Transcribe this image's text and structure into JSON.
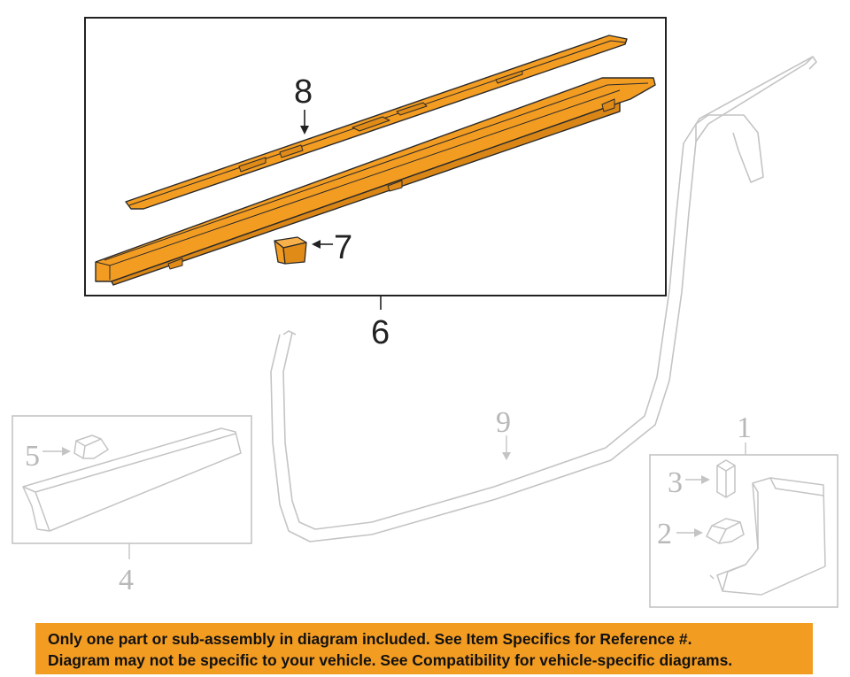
{
  "callouts": {
    "c1": "1",
    "c2": "2",
    "c3": "3",
    "c4": "4",
    "c5": "5",
    "c6": "6",
    "c7": "7",
    "c8": "8",
    "c9": "9"
  },
  "notice": {
    "line1": "Only one part or sub-assembly in diagram included. See Item Specifics for Reference #.",
    "line2": "Diagram may not be specific to your vehicle. See Compatibility for vehicle-specific diagrams."
  },
  "colors": {
    "part_fill": "#f39c22",
    "part_stroke": "#2a2a2a",
    "faded_stroke": "#c4c4c4",
    "notice_background": "#f39c22"
  }
}
